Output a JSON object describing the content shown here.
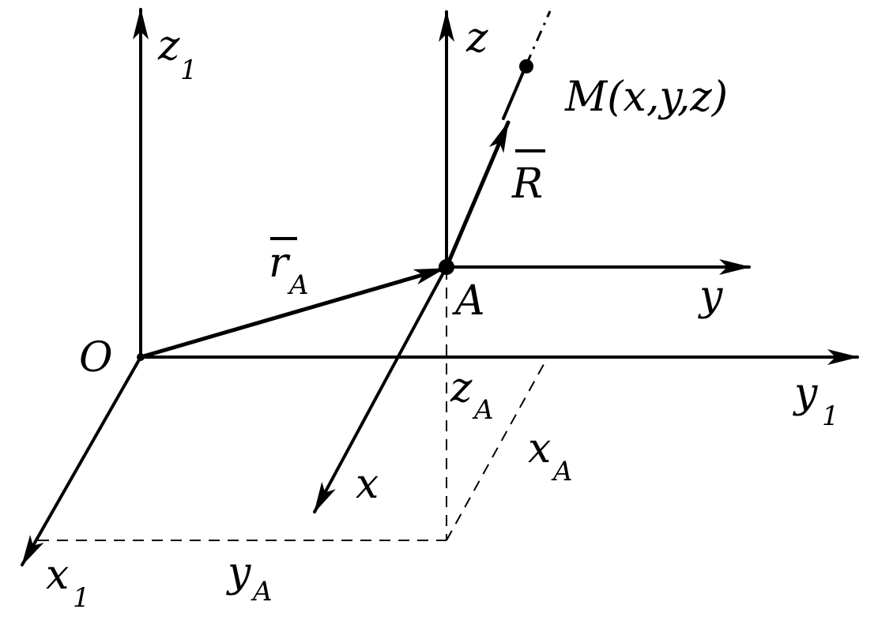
{
  "labels": {
    "z1": "z",
    "z1_sub": "1",
    "z": "z",
    "M": "M(x,y,z)",
    "R": "R",
    "r": "r",
    "r_sub": "A",
    "A": "A",
    "y": "y",
    "O": "O",
    "zA": "z",
    "zA_sub": "A",
    "y1": "y",
    "y1_sub": "1",
    "xA": "x",
    "xA_sub": "A",
    "x": "x",
    "x1": "x",
    "x1_sub": "1",
    "yA": "y",
    "yA_sub": "A"
  }
}
